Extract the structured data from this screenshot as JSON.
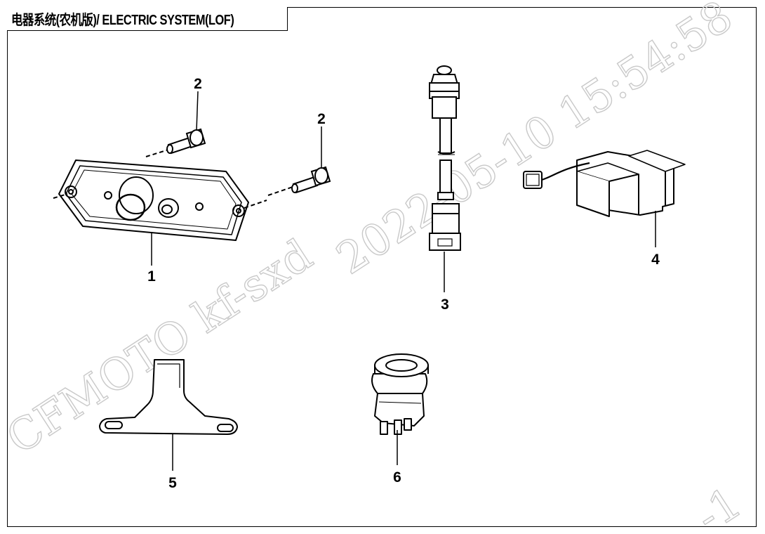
{
  "title": "电器系统(农机版)/ ELECTRIC SYSTEM(LOF)",
  "watermark": {
    "line1": "CFMOTO  kf-sxd",
    "line2": "2022-05-10  15:54:58",
    "corner": "-1"
  },
  "parts": [
    {
      "callout": "1"
    },
    {
      "callout": "2"
    },
    {
      "callout": "2"
    },
    {
      "callout": "3"
    },
    {
      "callout": "4"
    },
    {
      "callout": "5"
    },
    {
      "callout": "6"
    }
  ],
  "colors": {
    "line": "#000000",
    "watermark": "#c9c9c9"
  }
}
